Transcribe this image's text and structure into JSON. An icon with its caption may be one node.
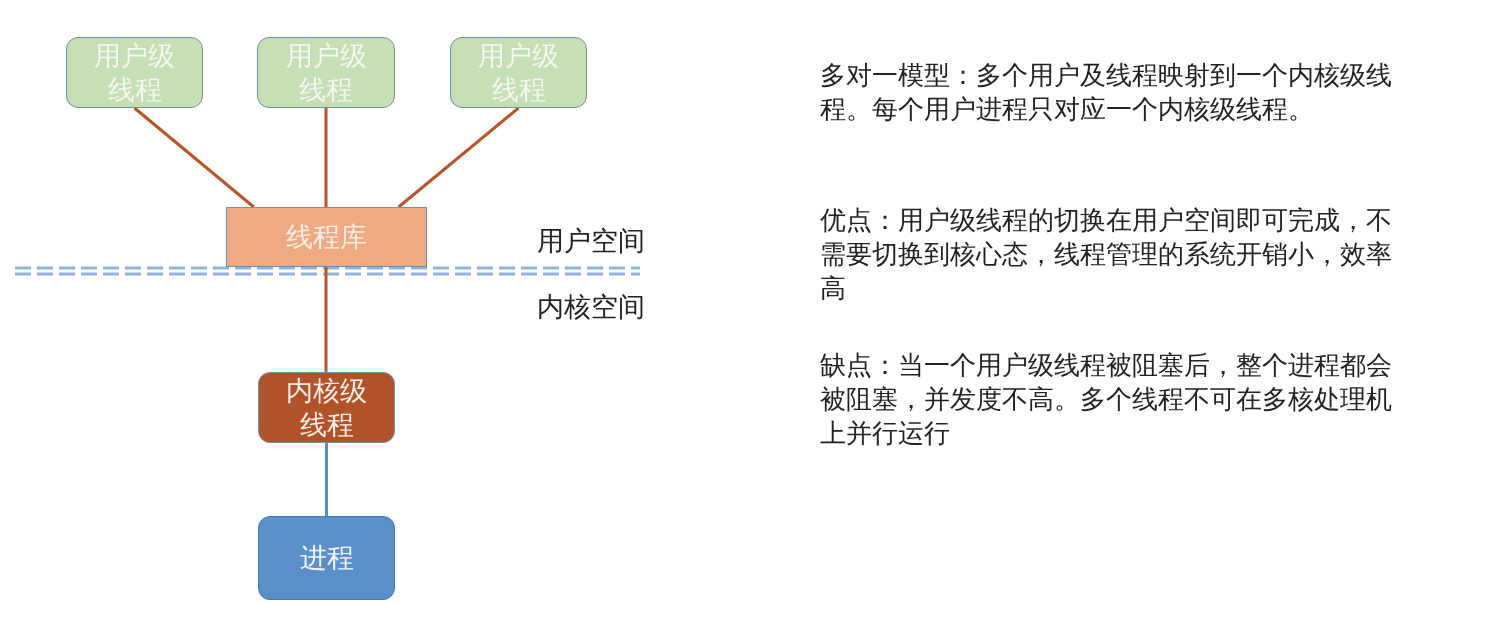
{
  "diagram": {
    "nodes": [
      {
        "text": [
          "用户级线程"
        ]
      },
      {
        "text": [
          "用户级线程"
        ]
      },
      {
        "text": [
          "用户级线程"
        ]
      },
      {
        "text": [
          "线程库"
        ]
      },
      {
        "text": [
          "内核级线程"
        ]
      },
      {
        "text": [
          "进程"
        ]
      }
    ],
    "edges": [
      {
        "from": 0,
        "to": 3,
        "arrow": "none"
      },
      {
        "from": 1,
        "to": 3,
        "arrow": "none"
      },
      {
        "from": 2,
        "to": 3,
        "arrow": "none"
      },
      {
        "from": 3,
        "to": 4,
        "arrow": "none"
      },
      {
        "from": 4,
        "to": 5,
        "arrow": "none",
        "color": "#5b8ec7"
      }
    ],
    "labels": [
      "用户空间",
      "内核空间",
      "多对一模型：多个用户及线程映射到一个内核级线程。每个用户进程只对应一个内核级线程。",
      "优点：用户级线程的切换在用户空间即可完成，不需要切换到核心态，线程管理的系统开销小，效率高",
      "缺点：当一个用户级线程被阻塞后，整个进程都会被阻塞，并发度不高。多个线程不可在多核处理机上并行运行"
    ]
  }
}
